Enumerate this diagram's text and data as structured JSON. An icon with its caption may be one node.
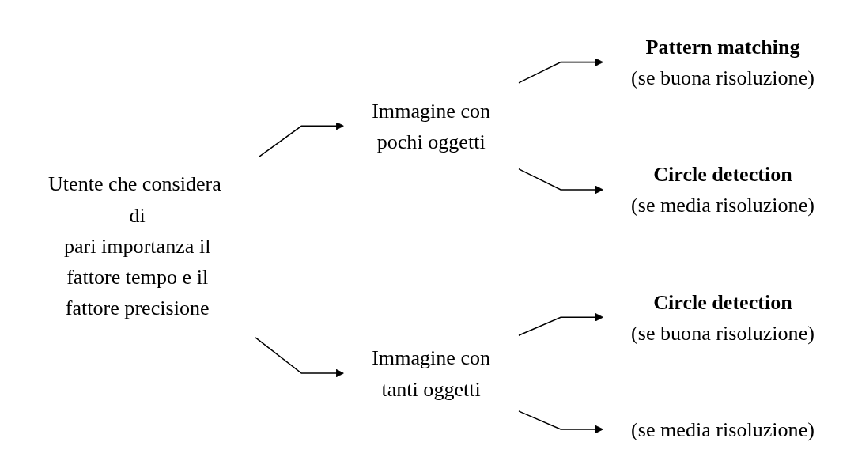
{
  "diagram": {
    "nodes": [
      {
        "text": [
          "Utente che considera di pari importanza il fattore tempo e il fattore precisione"
        ]
      },
      {
        "text": [
          "Immagine con pochi oggetti"
        ]
      },
      {
        "text": [
          "Immagine con tanti oggetti"
        ]
      },
      {
        "text": [
          "Pattern matching",
          "(se buona risoluzione)"
        ]
      },
      {
        "text": [
          "Circle detection",
          "(se media risoluzione)"
        ]
      },
      {
        "text": [
          "Circle detection",
          "(se buona risoluzione)"
        ]
      },
      {
        "text": [
          "(se media risoluzione)"
        ]
      }
    ],
    "edges": [
      {
        "from": 0,
        "to": 1,
        "arrow": "to"
      },
      {
        "from": 0,
        "to": 2,
        "arrow": "to"
      },
      {
        "from": 1,
        "to": 3,
        "arrow": "to"
      },
      {
        "from": 1,
        "to": 4,
        "arrow": "to"
      },
      {
        "from": 2,
        "to": 5,
        "arrow": "to"
      },
      {
        "from": 2,
        "to": 6,
        "arrow": "to"
      }
    ]
  }
}
